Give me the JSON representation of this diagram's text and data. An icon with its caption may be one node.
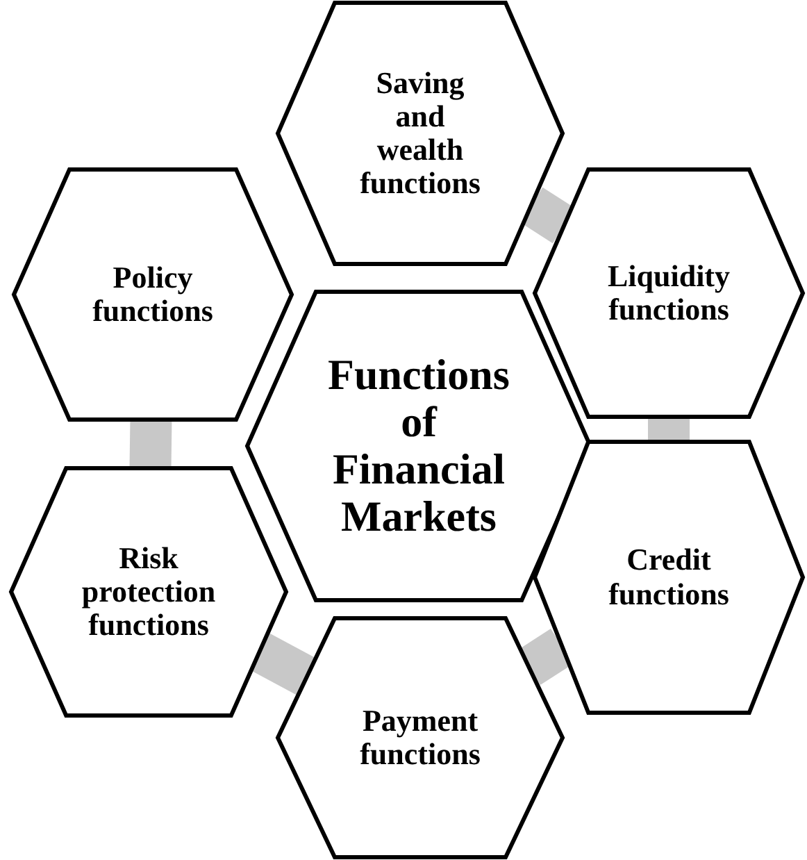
{
  "diagram": {
    "nodes": [
      {
        "text": [
          "Functions of Financial Markets"
        ]
      },
      {
        "text": [
          "Saving and wealth functions"
        ]
      },
      {
        "text": [
          "Liquidity functions"
        ]
      },
      {
        "text": [
          "Credit functions"
        ]
      },
      {
        "text": [
          "Payment functions"
        ]
      },
      {
        "text": [
          "Risk protection functions"
        ]
      },
      {
        "text": [
          "Policy functions"
        ]
      }
    ],
    "edges": [
      {
        "from": 1,
        "to": 2,
        "arrow": "none"
      },
      {
        "from": 2,
        "to": 3,
        "arrow": "none"
      },
      {
        "from": 3,
        "to": 4,
        "arrow": "none"
      },
      {
        "from": 4,
        "to": 5,
        "arrow": "none"
      },
      {
        "from": 5,
        "to": 6,
        "arrow": "none"
      }
    ]
  }
}
